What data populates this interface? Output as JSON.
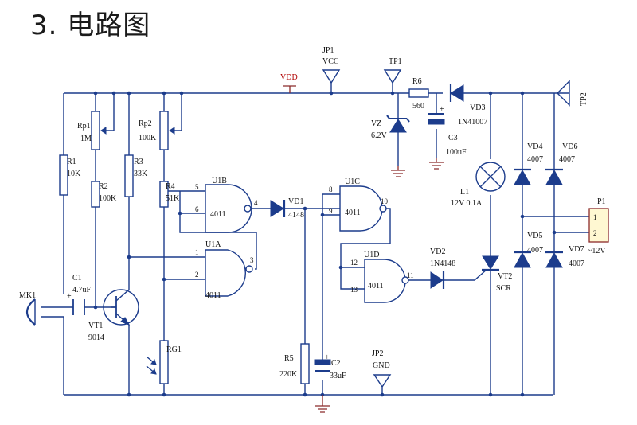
{
  "title": "3. 电路图",
  "components": {
    "vdd": "VDD",
    "jp1": [
      "JP1",
      "VCC"
    ],
    "tp1": "TP1",
    "r6": [
      "R6",
      "560"
    ],
    "vd3": [
      "VD3",
      "1N41007"
    ],
    "tp2": "TP2",
    "rp1": [
      "Rp1",
      "1M"
    ],
    "rp2": [
      "Rp2",
      "100K"
    ],
    "r1": [
      "R1",
      "10K"
    ],
    "r2": [
      "R2",
      "100K"
    ],
    "r3": [
      "R3",
      "33K"
    ],
    "r4": [
      "R4",
      "51K"
    ],
    "vz": [
      "VZ",
      "6.2V"
    ],
    "c3": [
      "C3",
      "100uF"
    ],
    "u1b": [
      "U1B",
      "4011"
    ],
    "u1a": [
      "U1A",
      "4011"
    ],
    "u1c": [
      "U1C",
      "4011"
    ],
    "u1d": [
      "U1D",
      "4011"
    ],
    "vd1": [
      "VD1",
      "4148"
    ],
    "vd2": [
      "VD2",
      "1N4148"
    ],
    "l1": [
      "L1",
      "12V 0.1A"
    ],
    "vd4": [
      "VD4",
      "4007"
    ],
    "vd5": [
      "VD5",
      "4007"
    ],
    "vd6": [
      "VD6",
      "4007"
    ],
    "vd7": [
      "VD7",
      "4007"
    ],
    "p1": [
      "P1",
      "1",
      "2",
      "~12V"
    ],
    "vt2": [
      "VT2",
      "SCR"
    ],
    "c1": [
      "C1",
      "4.7uF"
    ],
    "mk1": "MK1",
    "vt1": [
      "VT1",
      "9014"
    ],
    "rg1": "RG1",
    "r5": [
      "R5",
      "220K"
    ],
    "c2": [
      "C2",
      "33uF"
    ],
    "jp2": [
      "JP2",
      "GND"
    ]
  },
  "pins": {
    "u1b": [
      "5",
      "6",
      "4"
    ],
    "u1a": [
      "1",
      "2",
      "3"
    ],
    "u1c": [
      "8",
      "9",
      "10"
    ],
    "u1d": [
      "12",
      "13",
      "11"
    ]
  }
}
